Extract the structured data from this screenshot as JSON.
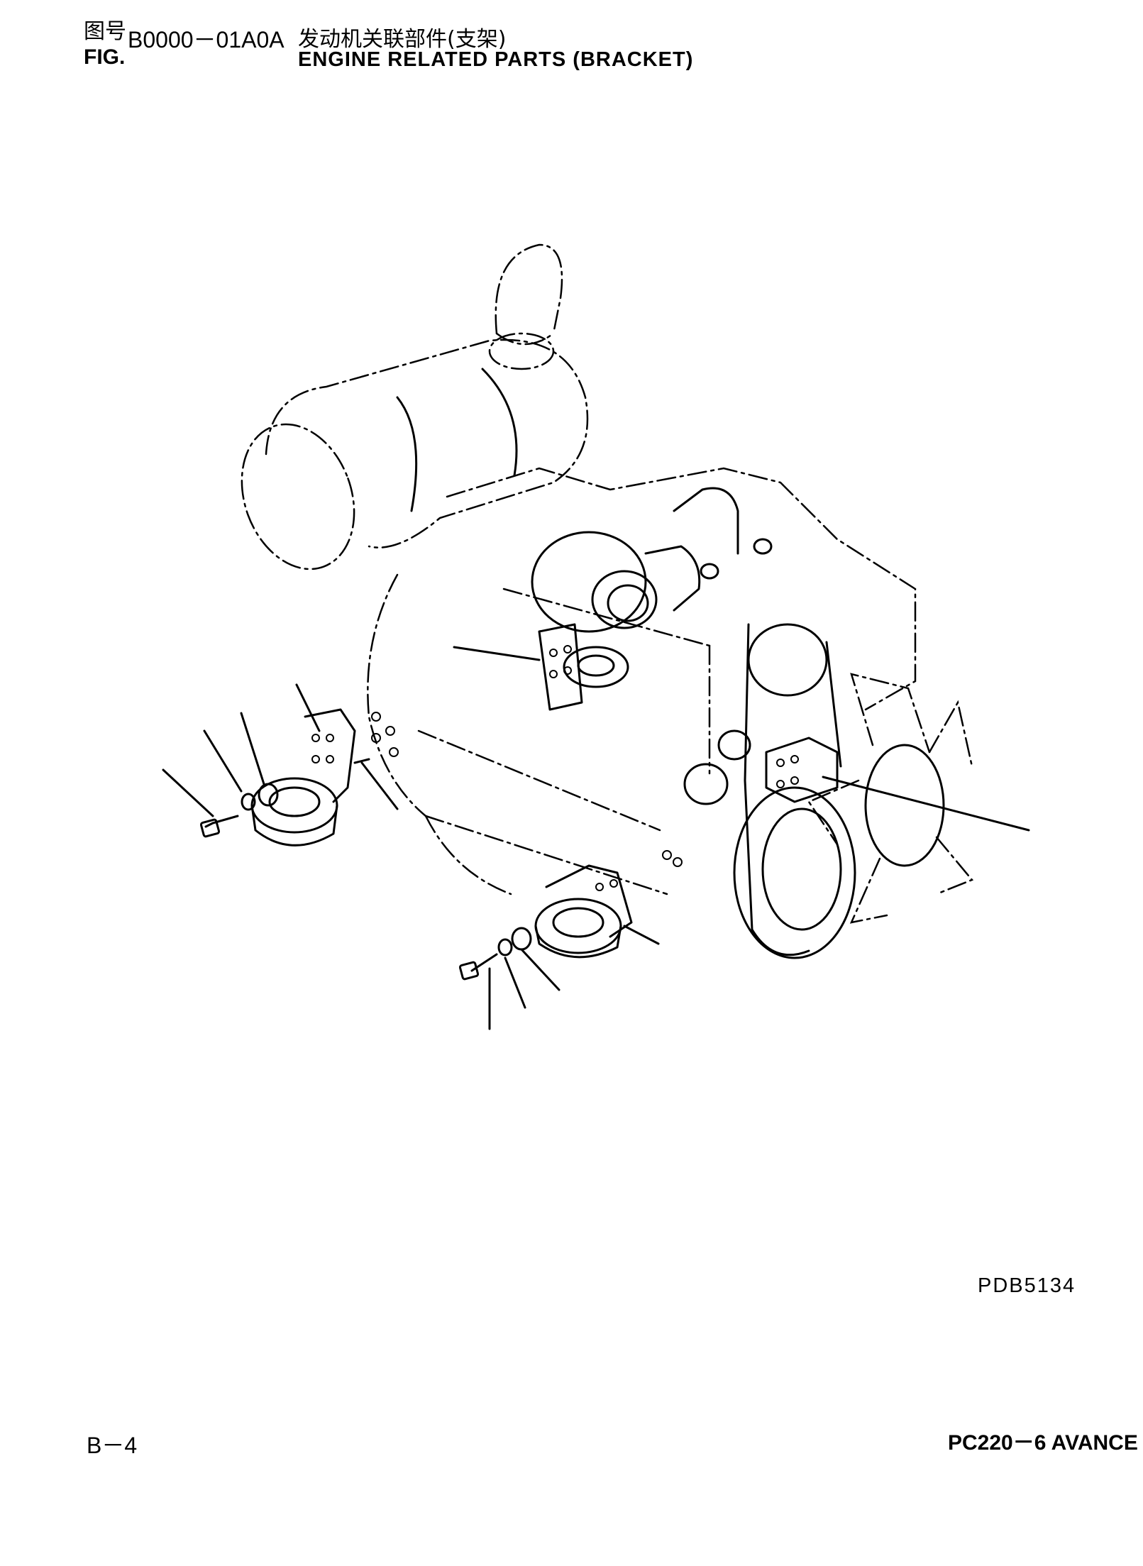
{
  "header": {
    "fig_label_cn": "图号",
    "fig_label_en": "FIG.",
    "fig_number": "B0000－01A0A",
    "title_cn": "发动机关联部件(支架)",
    "title_en": "ENGINE RELATED PARTS (BRACKET)"
  },
  "drawing_code": "PDB5134",
  "footer": {
    "page": "B－4",
    "model": "PC220－6 AVANCE"
  }
}
